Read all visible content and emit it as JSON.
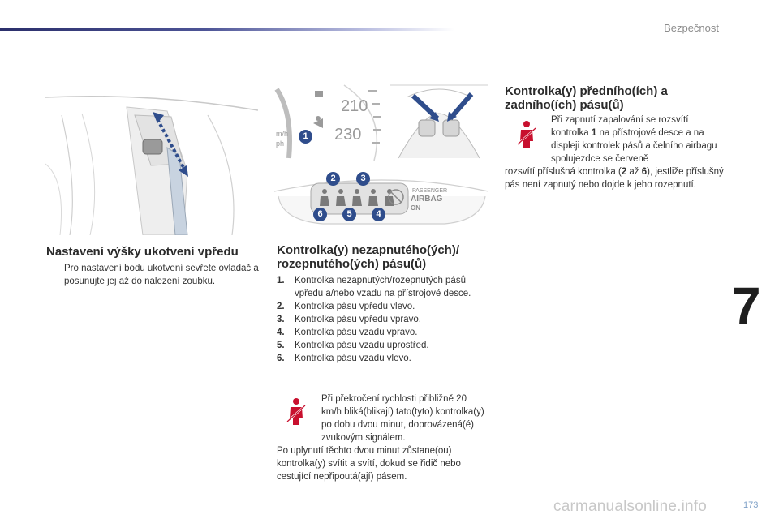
{
  "header": {
    "section": "Bezpečnost"
  },
  "chapter": {
    "number": "7"
  },
  "page": {
    "number": "173"
  },
  "watermark": "carmanualsonline.info",
  "colors": {
    "topbar_dark": "#2b2f6b",
    "warning_red": "#c8102e",
    "callout_blue": "#2f4d8c"
  },
  "col1": {
    "title": "Nastavení výšky ukotvení vpředu",
    "bullet_mark": "",
    "bullet": "Pro nastavení bodu ukotvení sevřete ovladač a posunujte jej až do nalezení zoubku."
  },
  "col2": {
    "cluster": {
      "speed1": "210",
      "speed2": "230",
      "unit": "m/h",
      "unit2": "ph",
      "callout1": "1"
    },
    "panel": {
      "passenger": "PASSENGER",
      "airbag": "AIRBAG",
      "on": "ON",
      "callouts": [
        "2",
        "3",
        "6",
        "5",
        "4"
      ]
    },
    "title": "Kontrolka(y) nezapnutého(ých)/ rozepnutého(ých) pásu(ů)",
    "items": [
      {
        "n": "1.",
        "text": "Kontrolka nezapnutých/rozepnutých pásů vpředu a/nebo vzadu na přístrojové desce."
      },
      {
        "n": "2.",
        "text": "Kontrolka pásu vpředu vlevo."
      },
      {
        "n": "3.",
        "text": "Kontrolka pásu vpředu vpravo."
      },
      {
        "n": "4.",
        "text": "Kontrolka pásu vzadu vpravo."
      },
      {
        "n": "5.",
        "text": "Kontrolka pásu vzadu uprostřed."
      },
      {
        "n": "6.",
        "text": "Kontrolka pásu vzadu vlevo."
      }
    ],
    "note_indent": "Při překročení rychlosti přibližně 20 km/h bliká(blikají) tato(tyto) kontrolka(y) po dobu dvou minut, doprovázená(é) zvukovým signálem.",
    "note_rest": "Po uplynutí těchto dvou minut zůstane(ou) kontrolka(y) svítit a svítí, dokud se řidič nebo cestující nepřipoutá(ají) pásem."
  },
  "col3": {
    "title": "Kontrolka(y) předního(ích) a zadního(ích) pásu(ů)",
    "note_indent_a": "Při zapnutí zapalování se rozsvítí kontrolka ",
    "note_indent_b": "1",
    "note_indent_c": " na přístrojové desce a na displeji kontrolek pásů a čelního airbagu spolujezdce se červeně",
    "note_rest_a": "rozsvítí příslušná kontrolka (",
    "note_rest_b": "2",
    "note_rest_c": " až ",
    "note_rest_d": "6",
    "note_rest_e": "), jestliže příslušný pás není zapnutý nebo dojde k jeho rozepnutí."
  }
}
